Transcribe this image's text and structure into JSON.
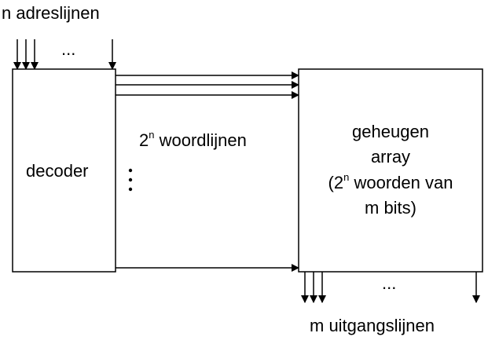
{
  "title": {
    "address_lines": "n adreslijnen",
    "output_lines": "m uitgangslijnen"
  },
  "decoder": {
    "label": "decoder"
  },
  "word_lines": {
    "base": "2",
    "exponent": "n",
    "text": " woordlijnen"
  },
  "memory": {
    "line1": "geheugen",
    "line2": "array",
    "line3_paren_open": "(2",
    "line3_exponent": "n",
    "line3_rest": " woorden van",
    "line4": "m bits)"
  },
  "ellipsis": "..."
}
